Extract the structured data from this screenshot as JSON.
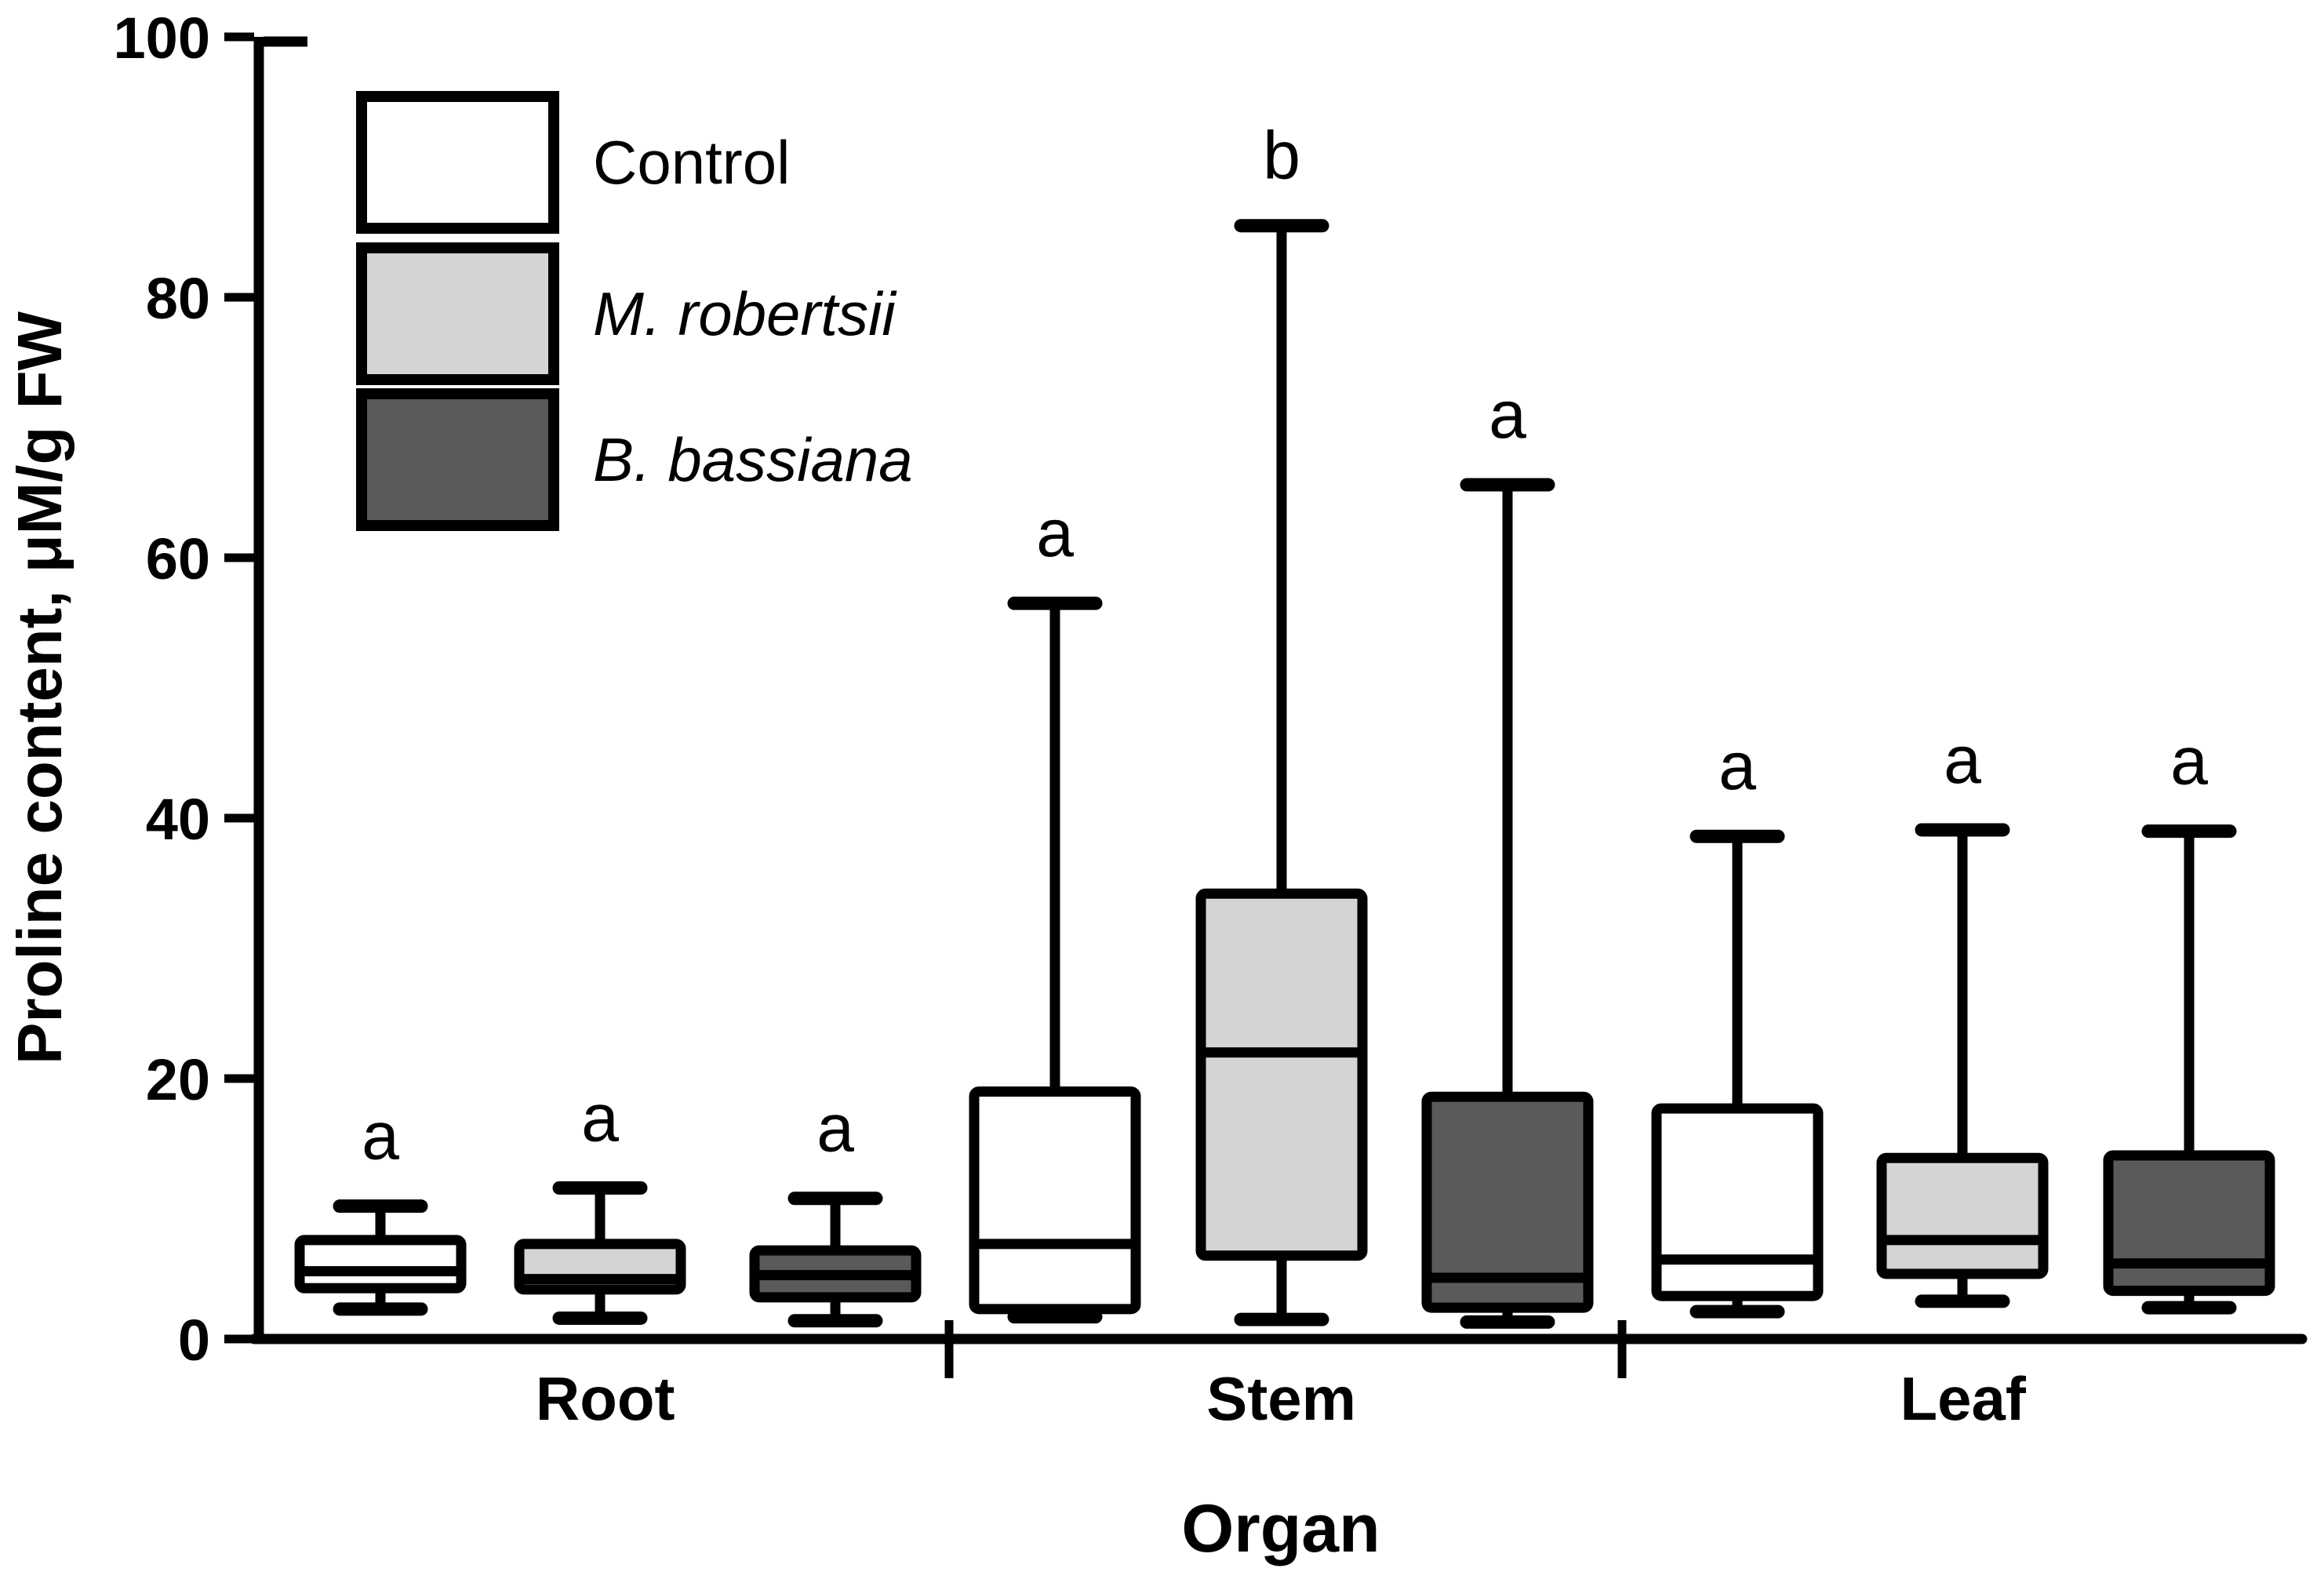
{
  "figure": {
    "kind": "box-plot-figure",
    "background": "#ffffff",
    "stroke_color": "#000000"
  },
  "chart_data": {
    "type": "box",
    "title": "",
    "xlabel": "Organ",
    "ylabel": "Proline content, μM/g FW",
    "ylim": [
      0,
      100
    ],
    "yticks": [
      "0",
      "20",
      "40",
      "60",
      "80",
      "100"
    ],
    "grid": false,
    "legend_position": "top-left-inside",
    "groups": [
      "Root",
      "Stem",
      "Leaf"
    ],
    "series": [
      {
        "name": "Control",
        "fill": "#ffffff",
        "italic": false,
        "boxes": [
          {
            "group": "Root",
            "min": 2.3,
            "q1": 3.9,
            "median": 5.2,
            "q3": 7.6,
            "max": 10.2,
            "letter": "a"
          },
          {
            "group": "Stem",
            "min": 1.7,
            "q1": 2.3,
            "median": 7.3,
            "q3": 19.0,
            "max": 56.5,
            "letter": "a"
          },
          {
            "group": "Leaf",
            "min": 2.1,
            "q1": 3.3,
            "median": 6.1,
            "q3": 17.7,
            "max": 38.6,
            "letter": "a"
          }
        ]
      },
      {
        "name": "M. robertsii",
        "fill": "#d4d4d4",
        "italic": true,
        "boxes": [
          {
            "group": "Root",
            "min": 1.6,
            "q1": 3.8,
            "median": 4.6,
            "q3": 7.3,
            "max": 11.6,
            "letter": "a"
          },
          {
            "group": "Stem",
            "min": 1.5,
            "q1": 6.4,
            "median": 22.0,
            "q3": 34.2,
            "max": 85.5,
            "letter": "b"
          },
          {
            "group": "Leaf",
            "min": 2.9,
            "q1": 5.0,
            "median": 7.6,
            "q3": 13.9,
            "max": 39.1,
            "letter": "a"
          }
        ]
      },
      {
        "name": "B. bassiana",
        "fill": "#5a5a5a",
        "italic": true,
        "boxes": [
          {
            "group": "Root",
            "min": 1.4,
            "q1": 3.2,
            "median": 4.9,
            "q3": 6.8,
            "max": 10.8,
            "letter": "a"
          },
          {
            "group": "Stem",
            "min": 1.3,
            "q1": 2.4,
            "median": 4.7,
            "q3": 18.6,
            "max": 65.6,
            "letter": "a"
          },
          {
            "group": "Leaf",
            "min": 2.4,
            "q1": 3.7,
            "median": 5.8,
            "q3": 14.1,
            "max": 39.0,
            "letter": "a"
          }
        ]
      }
    ]
  }
}
